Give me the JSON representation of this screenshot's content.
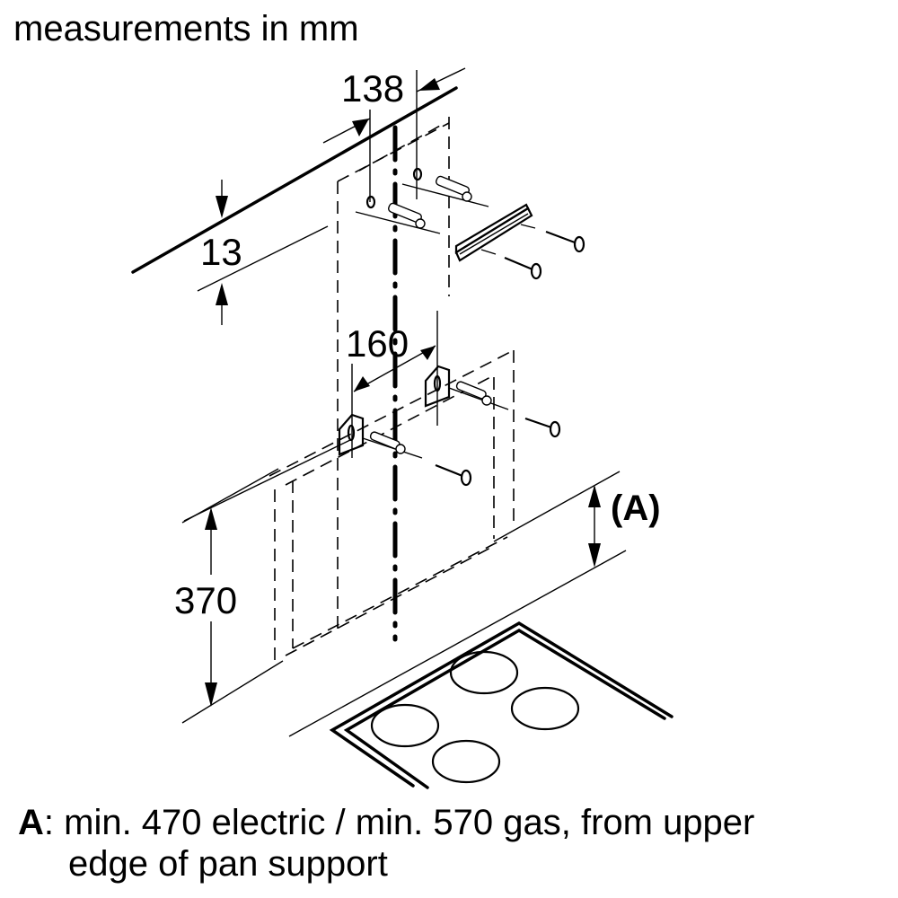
{
  "title": "measurements in mm",
  "dimensions": {
    "screw_hole_spacing_top": "138",
    "top_offset": "13",
    "bracket_spacing": "160",
    "hood_height": "370",
    "clearance_label": "(A)"
  },
  "note": {
    "key": "A",
    "separator": ":",
    "line1": " min. 470 electric / min. 570 gas, from upper",
    "line2": "edge of pan support"
  },
  "components": {
    "ceiling_line": "ceiling-edge",
    "centerline": "hood-centerline",
    "wall_bracket": "mounting-rail",
    "hob_zones": 4
  }
}
